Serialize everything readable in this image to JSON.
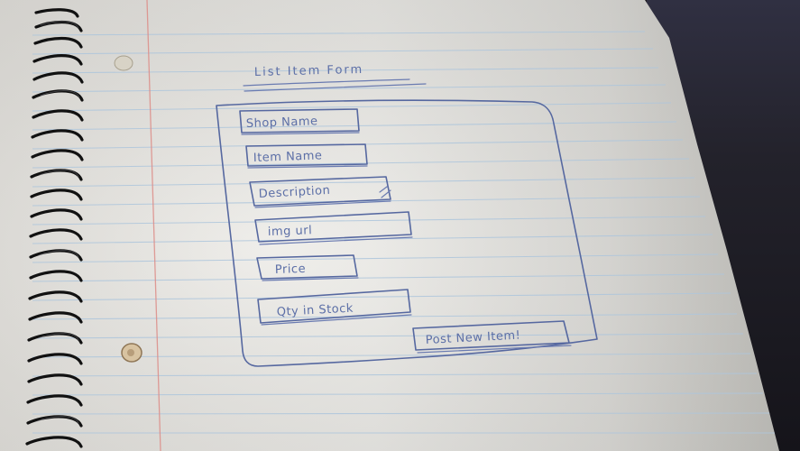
{
  "sketch": {
    "title": "List Item Form",
    "fields": [
      {
        "key": "shop_name",
        "label": "Shop Name"
      },
      {
        "key": "item_name",
        "label": "Item Name"
      },
      {
        "key": "description",
        "label": "Description"
      },
      {
        "key": "img_url",
        "label": "img url"
      },
      {
        "key": "price",
        "label": "Price"
      },
      {
        "key": "qty_in_stock",
        "label": "Qty in Stock"
      }
    ],
    "submit_label": "Post New Item!"
  },
  "colors": {
    "paper": "#ecebe8",
    "ink": "#5668a0",
    "ruled_line": "#aec6dc",
    "margin_line": "#dd8d88",
    "background": "#1c1b22"
  },
  "objects": {
    "notebook": "spiral-bound ruled notebook page",
    "binding": "black spiral coil",
    "hole": "punched hole reinforcement"
  }
}
